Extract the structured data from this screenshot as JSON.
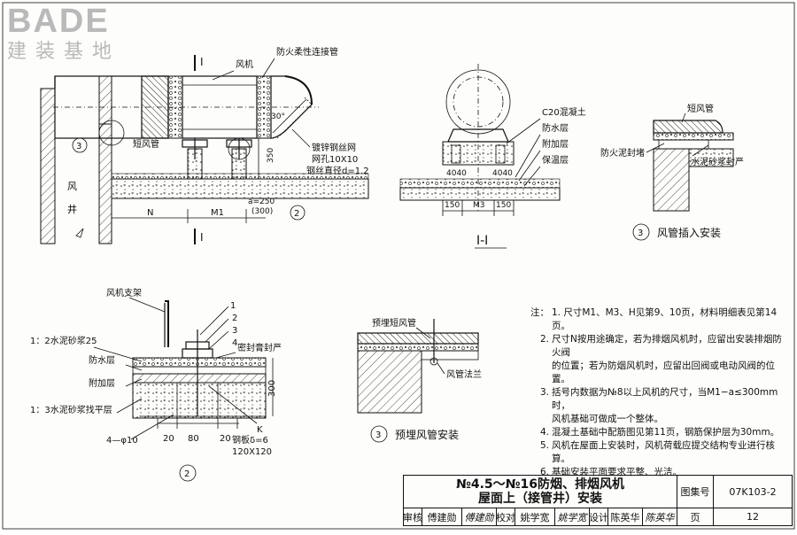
{
  "logo": {
    "brand": "BADE",
    "subtitle": "建装基地"
  },
  "view_main": {
    "labels": {
      "fan": "风机",
      "flex_pipe": "防火柔性连接管",
      "short_duct": "短风管",
      "shaft": "风",
      "shaft2": "井",
      "mesh1": "镀锌钢丝网",
      "mesh2": "网孔10X10",
      "mesh3": "钢丝直径d=1.2",
      "angle": "30°",
      "dim_350": "350",
      "dim_a": "a=250",
      "dim_a2": "(300)",
      "dim_N": "N",
      "dim_M1": "M1",
      "sec_mark": "I",
      "circle2": "2",
      "circle3": "3"
    }
  },
  "view_section": {
    "labels": {
      "concrete": "C20混凝土",
      "waterproof": "防水层",
      "additional": "附加层",
      "insulation": "保温层",
      "d4040a": "4040",
      "d4040b": "4040",
      "d150a": "150",
      "dM3": "M3",
      "d150b": "150",
      "caption": "I-I"
    }
  },
  "view_duct_insert": {
    "labels": {
      "short_duct": "短风管",
      "sealer": "防火泥封堵",
      "mortar": "水泥砂浆封严"
    },
    "caption_num": "3",
    "caption": "风管插入安装"
  },
  "view_detail2": {
    "labels": {
      "fan_bracket": "风机支架",
      "mortar25": "1：2水泥砂浆25",
      "waterproof": "防水层",
      "additional": "附加层",
      "leveling": "1：3水泥砂浆找平层",
      "bars": "4—φ10",
      "seal": "密封膏封严",
      "n1": "1",
      "n2": "2",
      "n3": "3",
      "n4": "4",
      "d300": "300",
      "d20": "20",
      "d80": "80",
      "d20b": "20",
      "plate1": "钢板δ=6",
      "plate2": "120X120",
      "K": "K"
    },
    "caption_num": "2"
  },
  "view_embed": {
    "labels": {
      "pre_duct": "预埋短风管",
      "flange": "风管法兰"
    },
    "caption_num": "3",
    "caption": "预埋风管安装"
  },
  "notes": {
    "head": "注：",
    "items": [
      {
        "n": "1.",
        "lines": [
          "尺寸M1、M3、H见第9、10页，材料明细表见第14页。"
        ]
      },
      {
        "n": "2.",
        "lines": [
          "尺寸N按用途确定，若为排烟风机时，应留出安装排烟防火阀",
          "的位置；若为防烟风机时，应留出回阀或电动风阀的位置。"
        ]
      },
      {
        "n": "3.",
        "lines": [
          "括号内数据为№8以上风机的尺寸，当M1−a≤300mm时，",
          "风机基础可做成一个整体。"
        ]
      },
      {
        "n": "4.",
        "lines": [
          "混凝土基础中配筋图见第11页，钢筋保护层为30mm。"
        ]
      },
      {
        "n": "5.",
        "lines": [
          "风机在屋面上安装时，风机荷载应提交结构专业进行核算。"
        ]
      },
      {
        "n": "6.",
        "lines": [
          "基础安装平面要求平整、光洁。"
        ]
      }
    ]
  },
  "title_block": {
    "title_line1": "№4.5～№16防烟、排烟风机",
    "title_line2": "屋面上（接管井）安装",
    "atlas_label": "图集号",
    "atlas_no": "07K103-2",
    "review": "审核",
    "reviewer": "傅建勋",
    "reviewer_sig": "傅建勋",
    "check": "校对",
    "checker": "姚学宽",
    "checker_sig": "姚学宽",
    "design": "设计",
    "designer": "陈英华",
    "designer_sig": "陈英华",
    "page_label": "页",
    "page_no": "12"
  }
}
